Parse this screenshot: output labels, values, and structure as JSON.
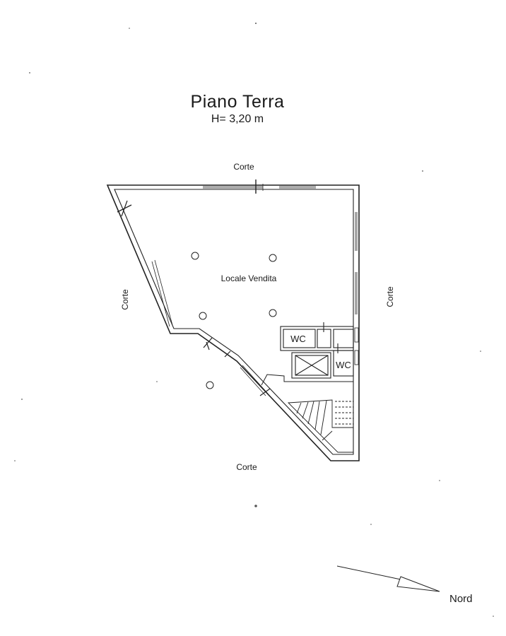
{
  "drawing": {
    "title": "Piano Terra",
    "height_label": "H= 3,20 m"
  },
  "labels": {
    "courtyard_top": "Corte",
    "courtyard_left": "Corte",
    "courtyard_right": "Corte",
    "courtyard_bottom": "Corte",
    "sales_room": "Locale Vendita",
    "wc_left": "WC",
    "wc_right": "WC",
    "north": "Nord"
  }
}
